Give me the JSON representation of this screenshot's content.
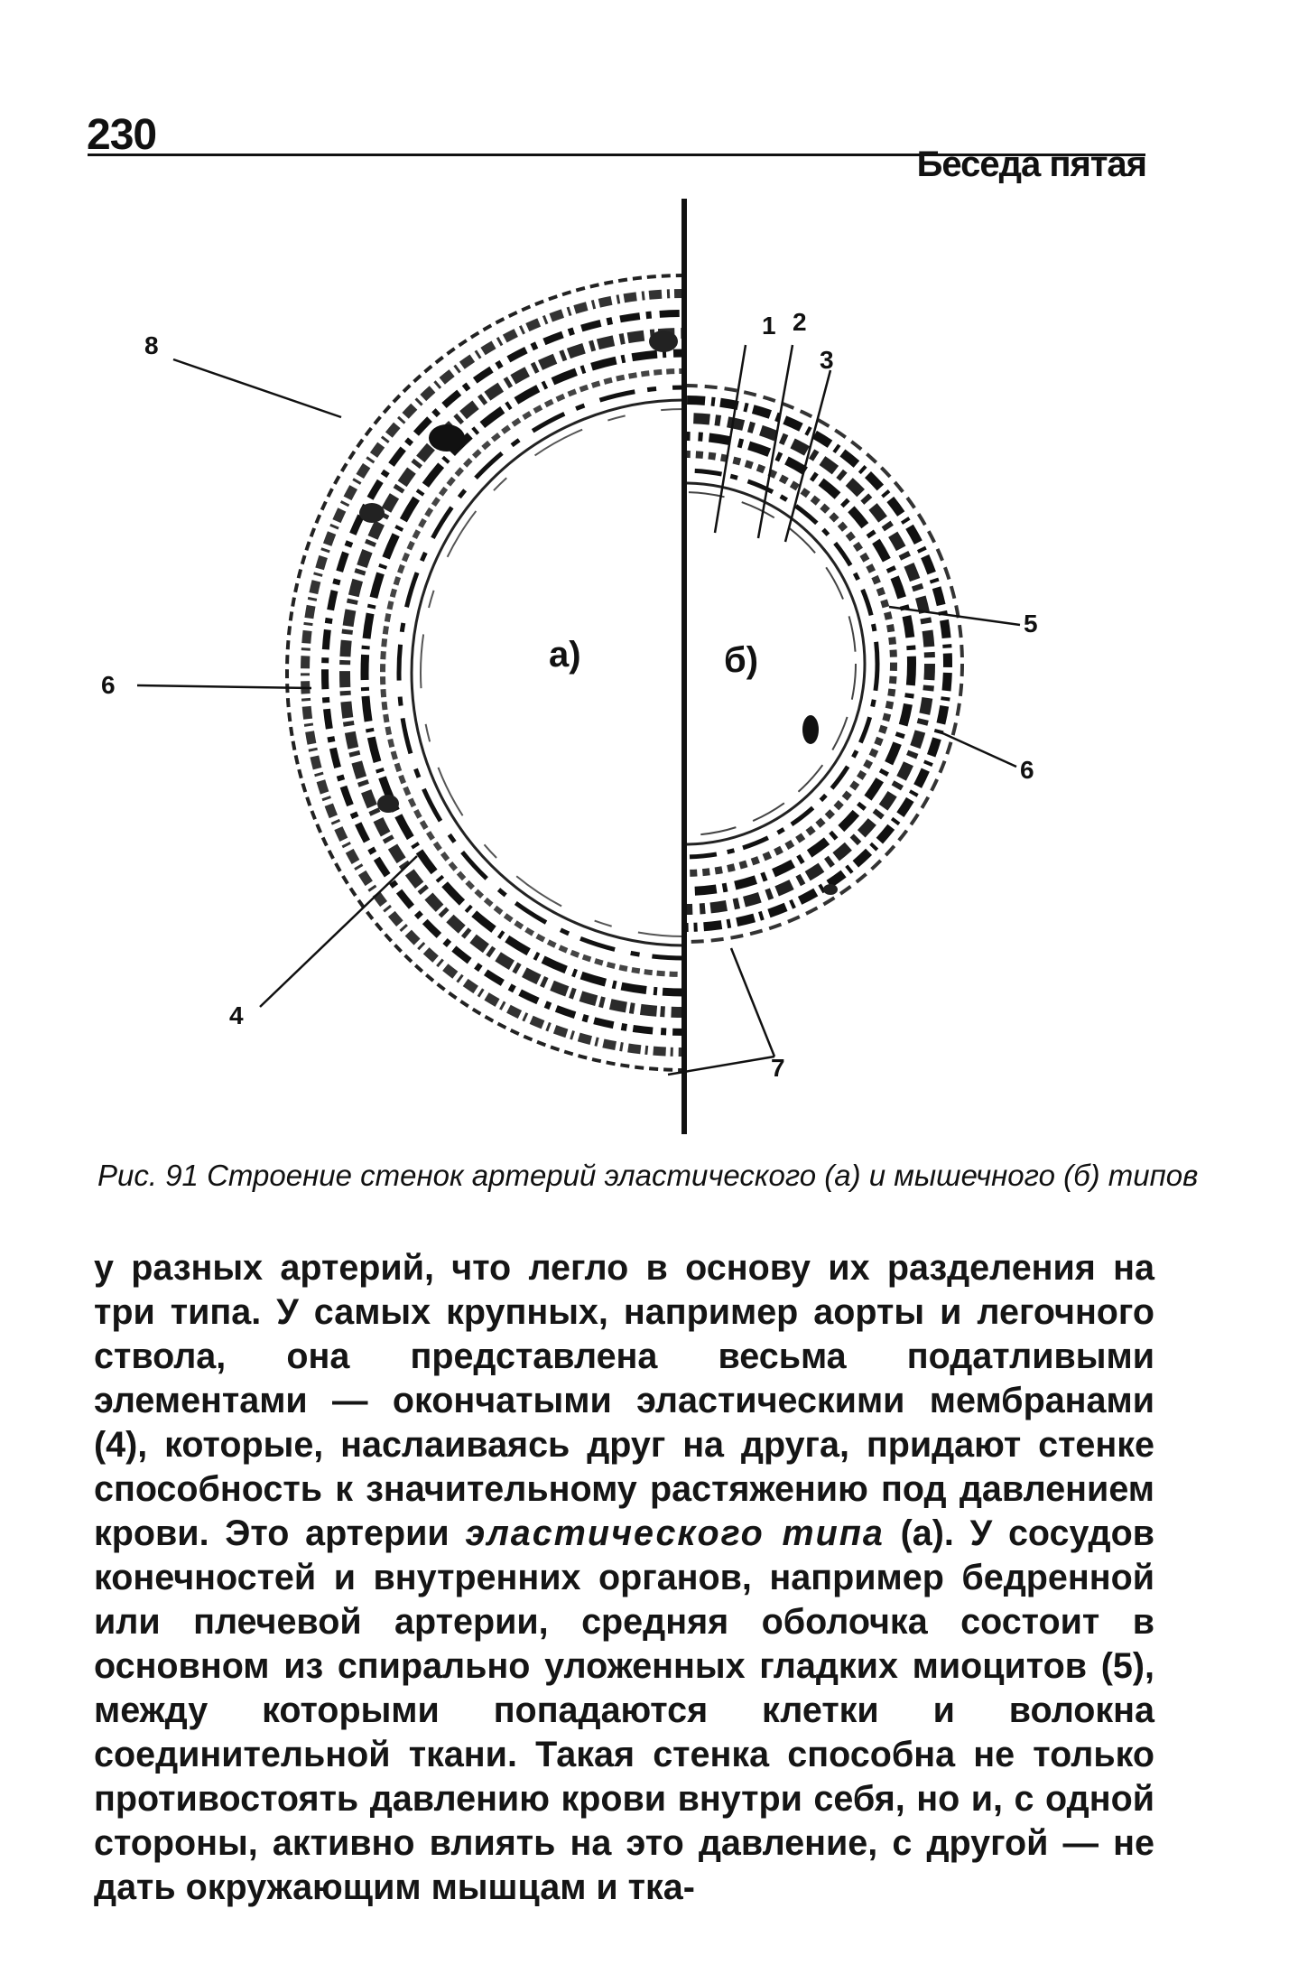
{
  "header": {
    "page_number": "230",
    "running_head": "Беседа пятая"
  },
  "figure": {
    "panel_a_label": "а)",
    "panel_b_label": "б)",
    "labels": {
      "l1": "1",
      "l2": "2",
      "l3": "3",
      "l4": "4",
      "l5": "5",
      "l6_left": "6",
      "l6_right": "6",
      "l7": "7",
      "l8": "8"
    },
    "caption_prefix": "Рис. 91",
    "caption_text": "Строение стенок артерий эластического (а) и мышечного (б) типов"
  },
  "body": {
    "p1": "у разных артерий, что легло в основу их разделения на три типа. У самых крупных, например аорты и легочного ствола, она представлена весьма податливыми элементами — окончатыми эластическими мембранами (4), которые, наслаиваясь друг на друга, придают стенке способность к значительному растяжению под давлением крови. Это артерии",
    "term": "эластического типа",
    "p2": "(а). У сосудов конечностей и внутренних органов, например бедренной или плечевой артерии, средняя оболочка состоит в основном из спирально уложенных гладких миоцитов (5), между которыми попадаются клетки и волокна соединительной ткани. Такая стенка способна не только противостоять давлению крови внутри себя, но и, с одной стороны, активно влиять на это давление, с другой — не дать окружающим мышцам и тка-"
  }
}
